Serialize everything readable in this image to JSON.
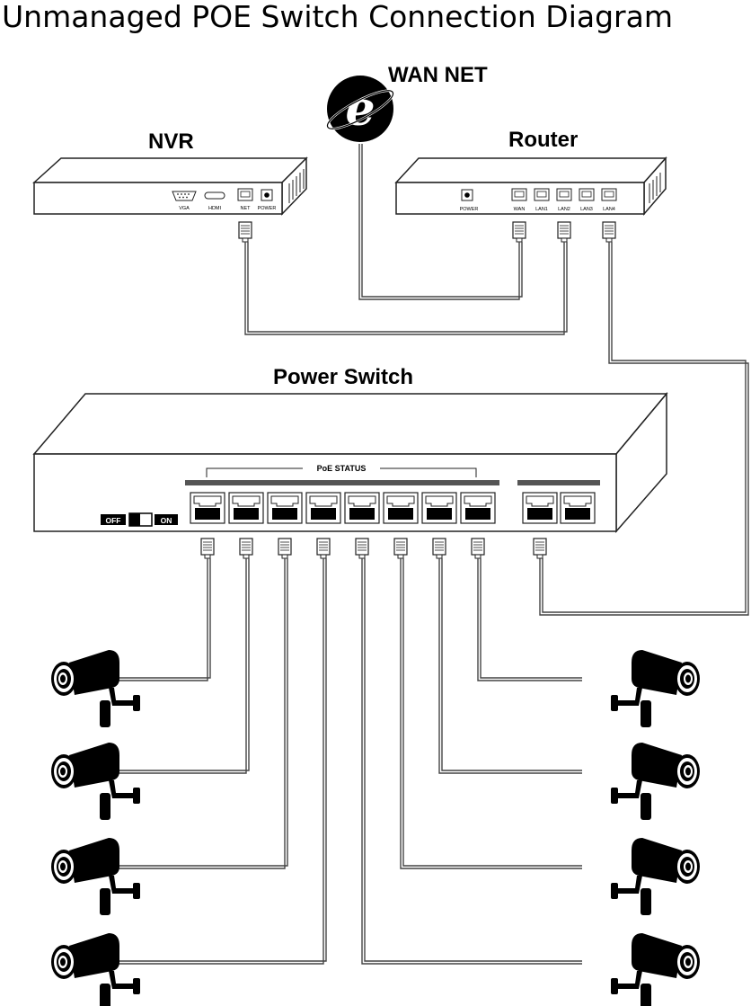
{
  "title": "Unmanaged POE Switch Connection Diagram",
  "wan": {
    "label": "WAN NET",
    "icon": "internet-explorer-icon",
    "glyph": "e"
  },
  "nvr": {
    "label": "NVR",
    "ports": {
      "vga": "VGA",
      "hdmi": "HDMI",
      "net": "NET",
      "power": "POWER"
    }
  },
  "router": {
    "label": "Router",
    "power": "POWER",
    "ports": [
      "WAN",
      "LAN1",
      "LAN2",
      "LAN3",
      "LAN4"
    ]
  },
  "switch": {
    "label": "Power Switch",
    "poe_status": "PoE STATUS",
    "poe_port_count": 8,
    "uplink_port_count": 2,
    "off_label": "OFF",
    "on_label": "ON"
  },
  "cameras": {
    "count": 8,
    "icon": "cctv-camera-icon"
  },
  "colors": {
    "line": "#444444",
    "fill": "#000000",
    "background": "#ffffff"
  }
}
